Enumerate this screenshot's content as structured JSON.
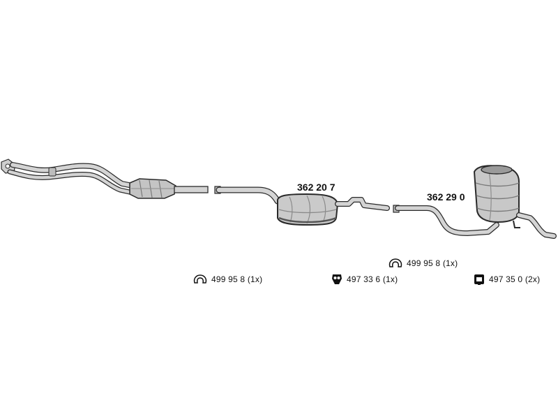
{
  "parts": {
    "front_pipe_icon": "front-pipe-catalyst",
    "middle_silencer": {
      "number": "362 20 7"
    },
    "rear_silencer": {
      "number": "362 29 0"
    }
  },
  "accessories": [
    {
      "text": "499 95 8 (1x)",
      "icon": "clamp-ring-icon"
    },
    {
      "text": "497 33 6 (1x)",
      "icon": "rubber-mount-icon"
    },
    {
      "text": "499 95 8 (1x)",
      "icon": "clamp-ring-icon"
    },
    {
      "text": "497 35 0 (2x)",
      "icon": "hanger-bracket-icon"
    }
  ],
  "colors": {
    "pipe_fill": "#d4d4d4",
    "pipe_stroke": "#2a2a2a",
    "muffler_fill": "#c8c8c8",
    "muffler_dark": "#7a7a7a",
    "text": "#111111"
  }
}
